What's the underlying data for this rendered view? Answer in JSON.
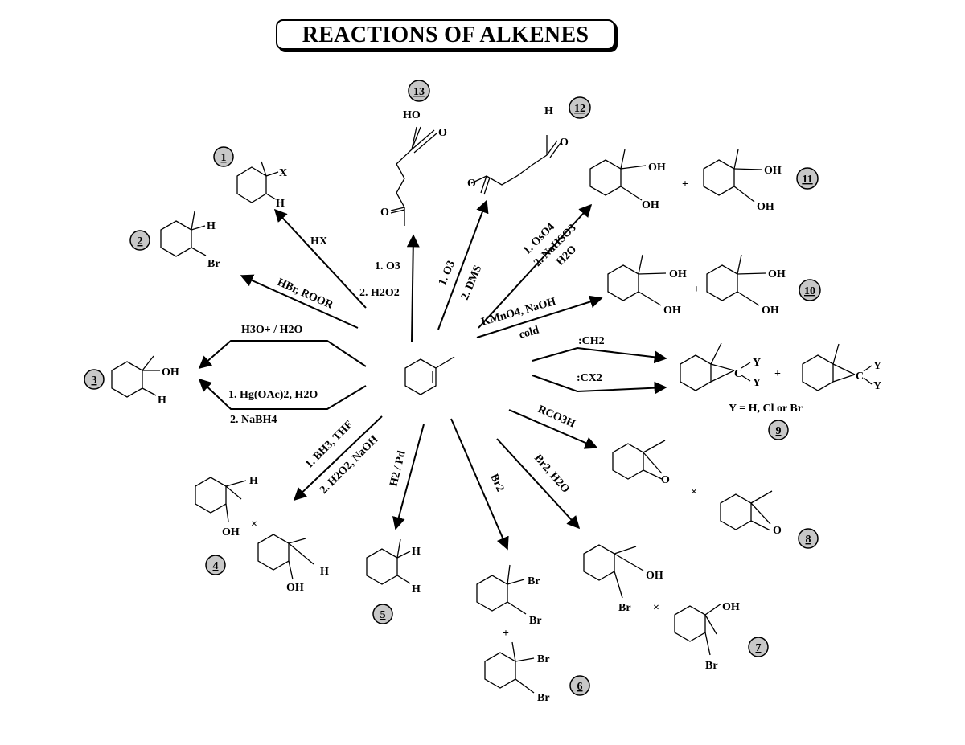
{
  "title": "REACTIONS OF ALKENES",
  "reagents": {
    "r1": "HX",
    "r2": "HBr, ROOR",
    "r3_top": "H3O+ / H2O",
    "r3_b1": "1. Hg(OAc)2, H2O",
    "r3_b2": "2. NaBH4",
    "r4_a": "1. BH3, THF",
    "r4_b": "2. H2O2, NaOH",
    "r5": "H2 / Pd",
    "r6": "Br2",
    "r7": "Br2, H2O",
    "r8": "RCO3H",
    "r9_a": ":CH2",
    "r9_b": ":CX2",
    "r10_a": "KMnO4, NaOH",
    "r10_b": "cold",
    "r11_a": "1. OsO4",
    "r11_b": "2. NaHSO3",
    "r11_c": "H2O",
    "r12_a": "1. O3",
    "r12_b": "2. DMS",
    "r13_a": "1. O3",
    "r13_b": "2. H2O2"
  },
  "products": {
    "p1": {
      "number": "1",
      "atoms": [
        "X",
        "H"
      ]
    },
    "p2": {
      "number": "2",
      "atoms": [
        "H",
        "Br"
      ]
    },
    "p3": {
      "number": "3",
      "atoms": [
        "OH",
        "H"
      ]
    },
    "p4": {
      "number": "4",
      "atoms": [
        "H",
        "OH",
        "H",
        "OH"
      ],
      "join": "×"
    },
    "p5": {
      "number": "5",
      "atoms": [
        "H",
        "H"
      ]
    },
    "p6": {
      "number": "6",
      "atoms": [
        "Br",
        "Br",
        "Br",
        "Br"
      ],
      "join": "+"
    },
    "p7": {
      "number": "7",
      "atoms": [
        "OH",
        "Br",
        "OH",
        "Br"
      ],
      "join": "×"
    },
    "p8": {
      "number": "8",
      "atoms": [
        "O",
        "O"
      ],
      "join": "×"
    },
    "p9": {
      "number": "9",
      "atoms": [
        "C",
        "Y",
        "Y",
        "C",
        "Y",
        "Y"
      ],
      "join": "+",
      "note": "Y = H, Cl or Br"
    },
    "p10": {
      "number": "10",
      "atoms": [
        "OH",
        "OH",
        "OH",
        "OH"
      ],
      "join": "+"
    },
    "p11": {
      "number": "11",
      "atoms": [
        "OH",
        "OH",
        "OH",
        "OH"
      ],
      "join": "+"
    },
    "p12": {
      "number": "12",
      "atoms": [
        "H",
        "O",
        "O"
      ]
    },
    "p13": {
      "number": "13",
      "atoms": [
        "HO",
        "O",
        "O"
      ]
    }
  }
}
